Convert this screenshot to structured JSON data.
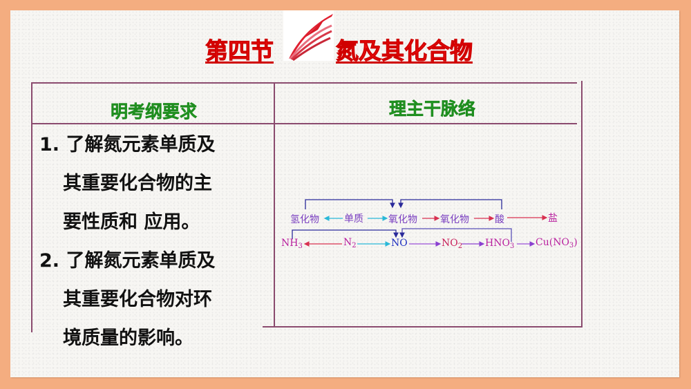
{
  "title": {
    "section": "第四节",
    "topic": "氮及其化合物"
  },
  "logo": {
    "icon": "red-swoosh-logo"
  },
  "table": {
    "left_header": "明考纲要求",
    "right_header": "理主干脉络",
    "requirements": [
      {
        "lines": [
          "1. 了解氮元素单质及",
          "其重要化合物的主",
          "要性质和 应用。"
        ]
      },
      {
        "lines": [
          "2. 了解氮元素单质及",
          "其重要化合物对环",
          "境质量的影响。"
        ]
      }
    ]
  },
  "diagram": {
    "row1": [
      "氢化物",
      "单质",
      "氧化物",
      "氧化物",
      "酸",
      "盐"
    ],
    "row2": {
      "nh3": "NH",
      "nh3_sub": "3",
      "n2": "N",
      "n2_sub": "2",
      "no": "NO",
      "no2": "NO",
      "no2_sub": "2",
      "hno3": "HNO",
      "hno3_sub": "3",
      "cuno3": "Cu(NO",
      "cuno3_sub": "3",
      "cuno3_end": ")"
    },
    "colors": {
      "label_purple": "#7a3fc0",
      "label_magenta": "#b8209e",
      "label_blue": "#1e2fc0",
      "arrow_cyan": "#2ab8d8",
      "arrow_red": "#d83050",
      "arrow_violet": "#9a50d8",
      "bracket_navy": "#2a2a9a"
    }
  },
  "colors": {
    "frame": "#f4ad80",
    "title_red": "#ff1a1a",
    "header_green": "#2aa52a",
    "rule": "#8a4a6e"
  }
}
